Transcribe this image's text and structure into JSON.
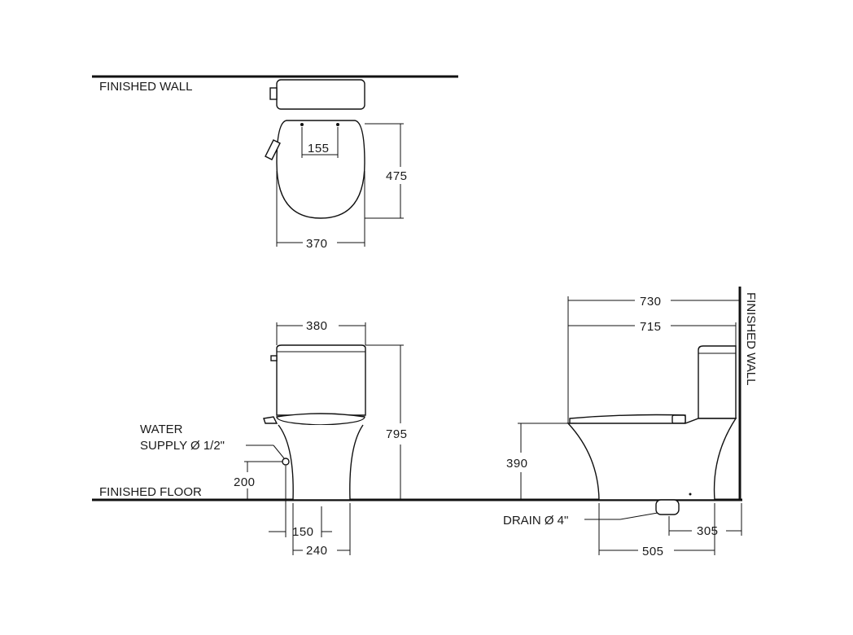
{
  "labels": {
    "finished_wall_top": "FINISHED WALL",
    "finished_wall_side": "FINISHED WALL",
    "finished_floor": "FINISHED FLOOR",
    "water_supply_line1": "WATER",
    "water_supply_line2": "SUPPLY Ø 1/2\"",
    "drain": "DRAIN Ø 4\""
  },
  "dimensions": {
    "seat_hole_spacing": "155",
    "bowl_depth": "475",
    "bowl_width": "370",
    "tank_width": "380",
    "total_height": "795",
    "supply_height": "200",
    "supply_offset": "150",
    "base_width": "240",
    "overall_depth": "730",
    "depth_to_tank": "715",
    "seat_height": "390",
    "drain_rough_in": "305",
    "base_length": "505"
  }
}
